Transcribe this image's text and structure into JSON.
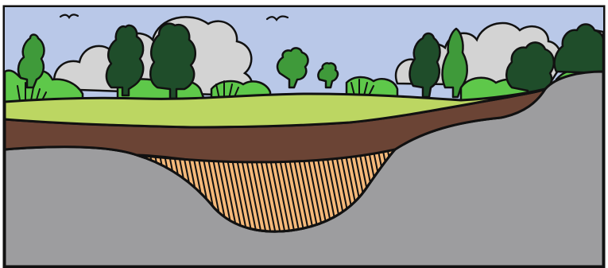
{
  "scene": {
    "kind": "cross-section illustration",
    "layers": [
      {
        "name": "sky",
        "color": "#b9c8e8"
      },
      {
        "name": "clouds",
        "color": "#d3d3d3"
      },
      {
        "name": "trees-dark",
        "color": "#1f4d2a"
      },
      {
        "name": "vegetation-light",
        "color": "#5ec84a"
      },
      {
        "name": "grass-topsoil",
        "color": "#bcd662"
      },
      {
        "name": "soil",
        "color": "#6b4435"
      },
      {
        "name": "peat-basin",
        "color": "#f5b97a"
      },
      {
        "name": "bedrock",
        "color": "#9d9d9f"
      }
    ],
    "outline_color": "#111111",
    "birds": 2
  }
}
